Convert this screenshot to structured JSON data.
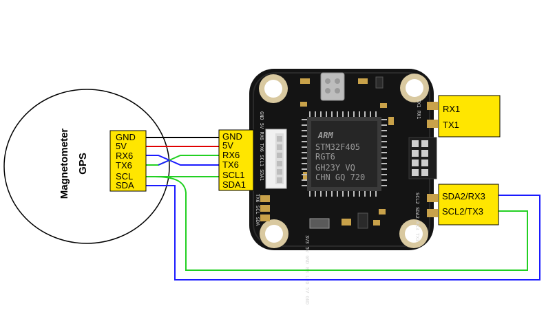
{
  "gps_module": {
    "title_line1": "Magnetometer",
    "title_line2": "GPS",
    "pins": [
      "GND",
      "5V",
      "RX6",
      "TX6",
      "SCL",
      "SDA"
    ]
  },
  "fc_connector": {
    "pins": [
      "GND",
      "5V",
      "RX6",
      "TX6",
      "SCL1",
      "SDA1"
    ]
  },
  "uart1_box": {
    "pins": [
      "RX1",
      "TX1"
    ]
  },
  "uart3_box": {
    "pins": [
      "SDA2/RX3",
      "SCL2/TX3"
    ]
  },
  "board": {
    "chip_line1": "ARM",
    "chip_line2": "STM32F405",
    "chip_line3": "RGT6",
    "chip_line4": "GH23Y VQ",
    "chip_line5": "CHN GQ 720",
    "silk_left_top": "GND 5V RX6 TX6 SCL1 SDA1",
    "silk_right_top": "TX1 RX1",
    "silk_right_mid": "SCL2 SDA2 RX3 TX3",
    "silk_left_bottom": "TX6 SCL SDA",
    "silk_bottom": "3V3 5V GND BB LED 5V GND"
  },
  "colors": {
    "gnd": "#000000",
    "power": "#e00000",
    "uart": "#1a1aff",
    "i2c": "#22d022",
    "box_fill": "#ffe600",
    "board": "#151515"
  }
}
